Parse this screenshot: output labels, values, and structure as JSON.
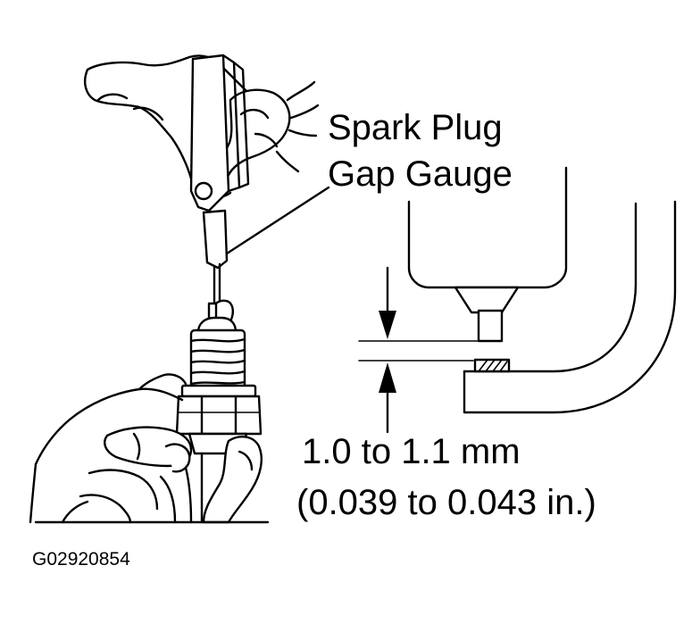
{
  "labels": {
    "gauge_line1": "Spark Plug",
    "gauge_line2": "Gap Gauge",
    "spec_mm": "1.0 to 1.1 mm",
    "spec_in": "(0.039 to 0.043 in.)",
    "figure_code": "G02920854"
  },
  "colors": {
    "ink": "#000000",
    "paper": "#ffffff"
  }
}
